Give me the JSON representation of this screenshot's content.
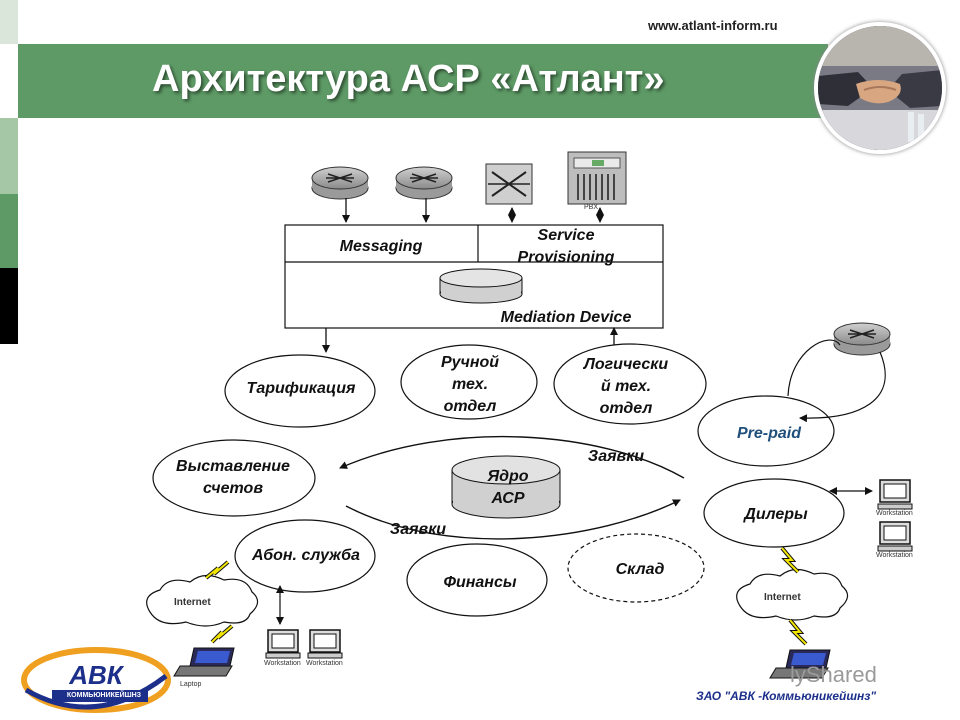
{
  "header": {
    "url": "www.atlant-inform.ru",
    "title": "Архитектура АСР «Атлант»"
  },
  "diagram": {
    "box": {
      "messaging": "Messaging",
      "service_provisioning_line1": "Service",
      "service_provisioning_line2": "Provisioning",
      "mediation_device": "Mediation Device"
    },
    "pbx_label": "PBX",
    "nodes": {
      "tarification": "Тарификация",
      "manual_tech_1": "Ручной",
      "manual_tech_2": "тех.",
      "manual_tech_3": "отдел",
      "logical_tech_1": "Логически",
      "logical_tech_2": "й тех.",
      "logical_tech_3": "отдел",
      "prepaid": "Pre-paid",
      "billing_1": "Выставление",
      "billing_2": "счетов",
      "core_1": "Ядро",
      "core_2": "АСР",
      "dealers": "Дилеры",
      "subscriber_service": "Абон. служба",
      "finance": "Финансы",
      "warehouse": "Склад"
    },
    "flows": {
      "requests_top": "Заявки",
      "requests_bottom": "Заявки"
    },
    "devices": {
      "internet": "Internet",
      "workstation": "Workstation",
      "laptop": "Laptop"
    }
  },
  "footer": {
    "company": "ЗАО \"АВК -Коммьюникейшнз\"",
    "logo_letters": "АВК",
    "logo_subtitle": "КОММЬЮНИКЕЙШНЗ",
    "watermark": "lyShared"
  },
  "colors": {
    "band_green": "#5e9a66",
    "sidebar_dark": "#000000",
    "sidebar_green": "#5e9a66",
    "sidebar_light": "#a6c7a6",
    "prepaid_text": "#1f4f7a",
    "logo_orange": "#f0a020",
    "logo_blue": "#1c2f8a"
  }
}
